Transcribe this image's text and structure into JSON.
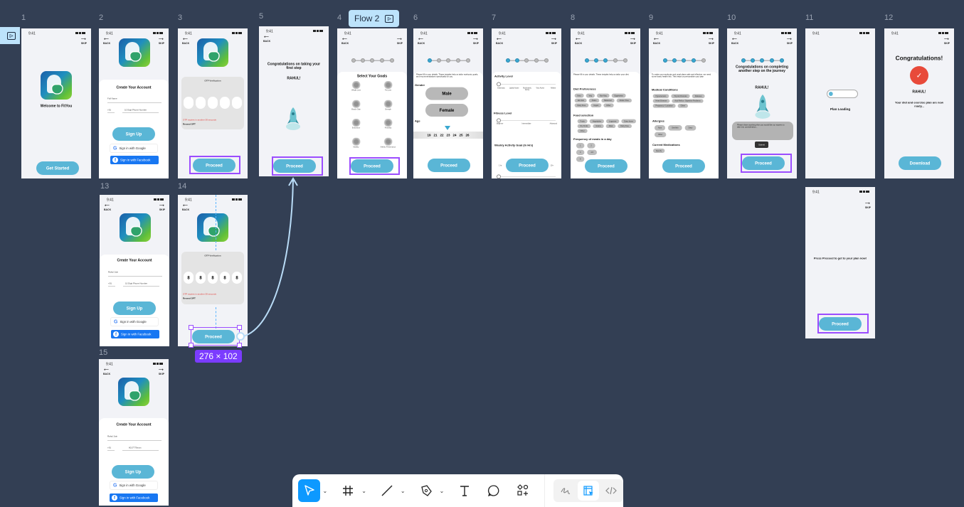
{
  "canvas": {
    "frame_numbers": [
      "1",
      "2",
      "3",
      "5",
      "4",
      "6",
      "7",
      "8",
      "9",
      "10",
      "11",
      "12",
      "13",
      "14",
      "15"
    ],
    "flow1_label": "",
    "flow2_label": "Flow 2",
    "selection_size": "276 × 102"
  },
  "common": {
    "time": "9:41",
    "back": "BACK",
    "skip": "SKIP",
    "proceed": "Proceed"
  },
  "f1": {
    "welcome": "Welcome to FitYou",
    "cta": "Get Started"
  },
  "signup": {
    "title": "Create Your Account",
    "name_placeholder": "Full Name",
    "code_placeholder": "+91",
    "phone_placeholder": "10 Digit Phone Number",
    "name_value": "Rahul Jain",
    "phone_value": "6017779xxxx",
    "signup": "Sign Up",
    "google": "Sign in with Google",
    "facebook": "Sign in with Facebook"
  },
  "otp": {
    "title": "OTP Verification",
    "expiry": "OTP expires in another 59 seconds",
    "resend": "Resend OPT",
    "digits": [
      "8",
      "8",
      "8",
      "8",
      "8"
    ]
  },
  "f5": {
    "congrats": "Congratulations on taking your first step",
    "name": "RAHUL!"
  },
  "f4": {
    "title": "Select Your Goals",
    "goals": [
      "Weight Loss",
      "Fat Loss",
      "Muscle Gain",
      "Strength",
      "Endurance",
      "Flexibility",
      "Mobility",
      "Athletic Performance"
    ]
  },
  "f6": {
    "intro": "Please fill in your details. These insights help us tailor workouts, goals, and recommendations specifically for you.",
    "gender": "Gender",
    "male": "Male",
    "female": "Female",
    "age": "Age",
    "ages": [
      "19",
      "21",
      "22",
      "23",
      "24",
      "25",
      "26"
    ]
  },
  "f7": {
    "activity": "Activity Level",
    "activity_levels": [
      "Sedentary",
      "Lightly Active",
      "Moderately Active",
      "Very Active",
      "Athlete"
    ],
    "fitness": "Fitness Level",
    "fitness_levels": [
      "Beginner",
      "Intermediate",
      "Advanced"
    ],
    "weekly": "Weekly Activity Goal (in Hrs)",
    "weekly_min": "1 hr",
    "weekly_max": "10+"
  },
  "f8": {
    "intro": "Please fill in your details. These insights help us tailor your diet.",
    "diet": "Diet Preferences",
    "diet_chips": [
      "Keto",
      "Veg",
      "Non-Veg",
      "Eggetarian",
      "Jain diet",
      "Paleo",
      "Balanced",
      "Gluten Free",
      "Dairy Free",
      "Vegan",
      "Other"
    ],
    "food": "Food selection",
    "food_chips": [
      "Fruits",
      "Vegetables",
      "Legumes",
      "Dairy Items",
      "Dry Fruits",
      "Grains",
      "Meat",
      "Dairy Free",
      "Other"
    ],
    "freq": "Frequency of meals in a day",
    "freq_chips": [
      "1",
      "2",
      "3",
      "4-5",
      "6"
    ]
  },
  "f9": {
    "intro": "To make your workouts and meal plans safe and effective, we need some basic health info. This helps us personalize your plan",
    "medical": "Medical Conditions",
    "medical_chips": [
      "Hypertension",
      "Thyroid Disorder",
      "Diabetes",
      "Heart Disease",
      "Acid Reflux / Digestive Problems",
      "Pregnancy / Lactation",
      "Other"
    ],
    "allergies": "Allergies",
    "allergy_chips": [
      "Nuts",
      "Shellfish",
      "Dairy",
      "Other"
    ],
    "meds": "Current Medications",
    "meds_chip": "Specify"
  },
  "f10": {
    "congrats": "Congratulations on completing another step on the journey",
    "name": "RAHUL!",
    "note_placeholder": "Please share anything else you would like our experts to take into consideration...",
    "submit": "Submit"
  },
  "f11": {
    "loading": "Plan Loading",
    "progress": 0.15
  },
  "f12": {
    "title": "Congratulations!",
    "name": "RAHUL!",
    "msg": "Your diet and exercise plan are now ready...",
    "download": "Download"
  },
  "f16": {
    "msg": "Press Proceed to get to your plan now!"
  },
  "toolbar": {
    "tools": [
      "move-tool",
      "frame-tool",
      "line-tool",
      "pen-tool",
      "text-tool",
      "comment-tool",
      "assets-tool"
    ],
    "modes": [
      "draw-mode",
      "design-mode",
      "dev-mode"
    ],
    "active_mode": "design-mode"
  },
  "colors": {
    "canvas": "#333f54",
    "accent": "#5ab6d6",
    "selection": "#9b4dff",
    "figma_blue": "#0d99ff",
    "error": "#e53935"
  }
}
